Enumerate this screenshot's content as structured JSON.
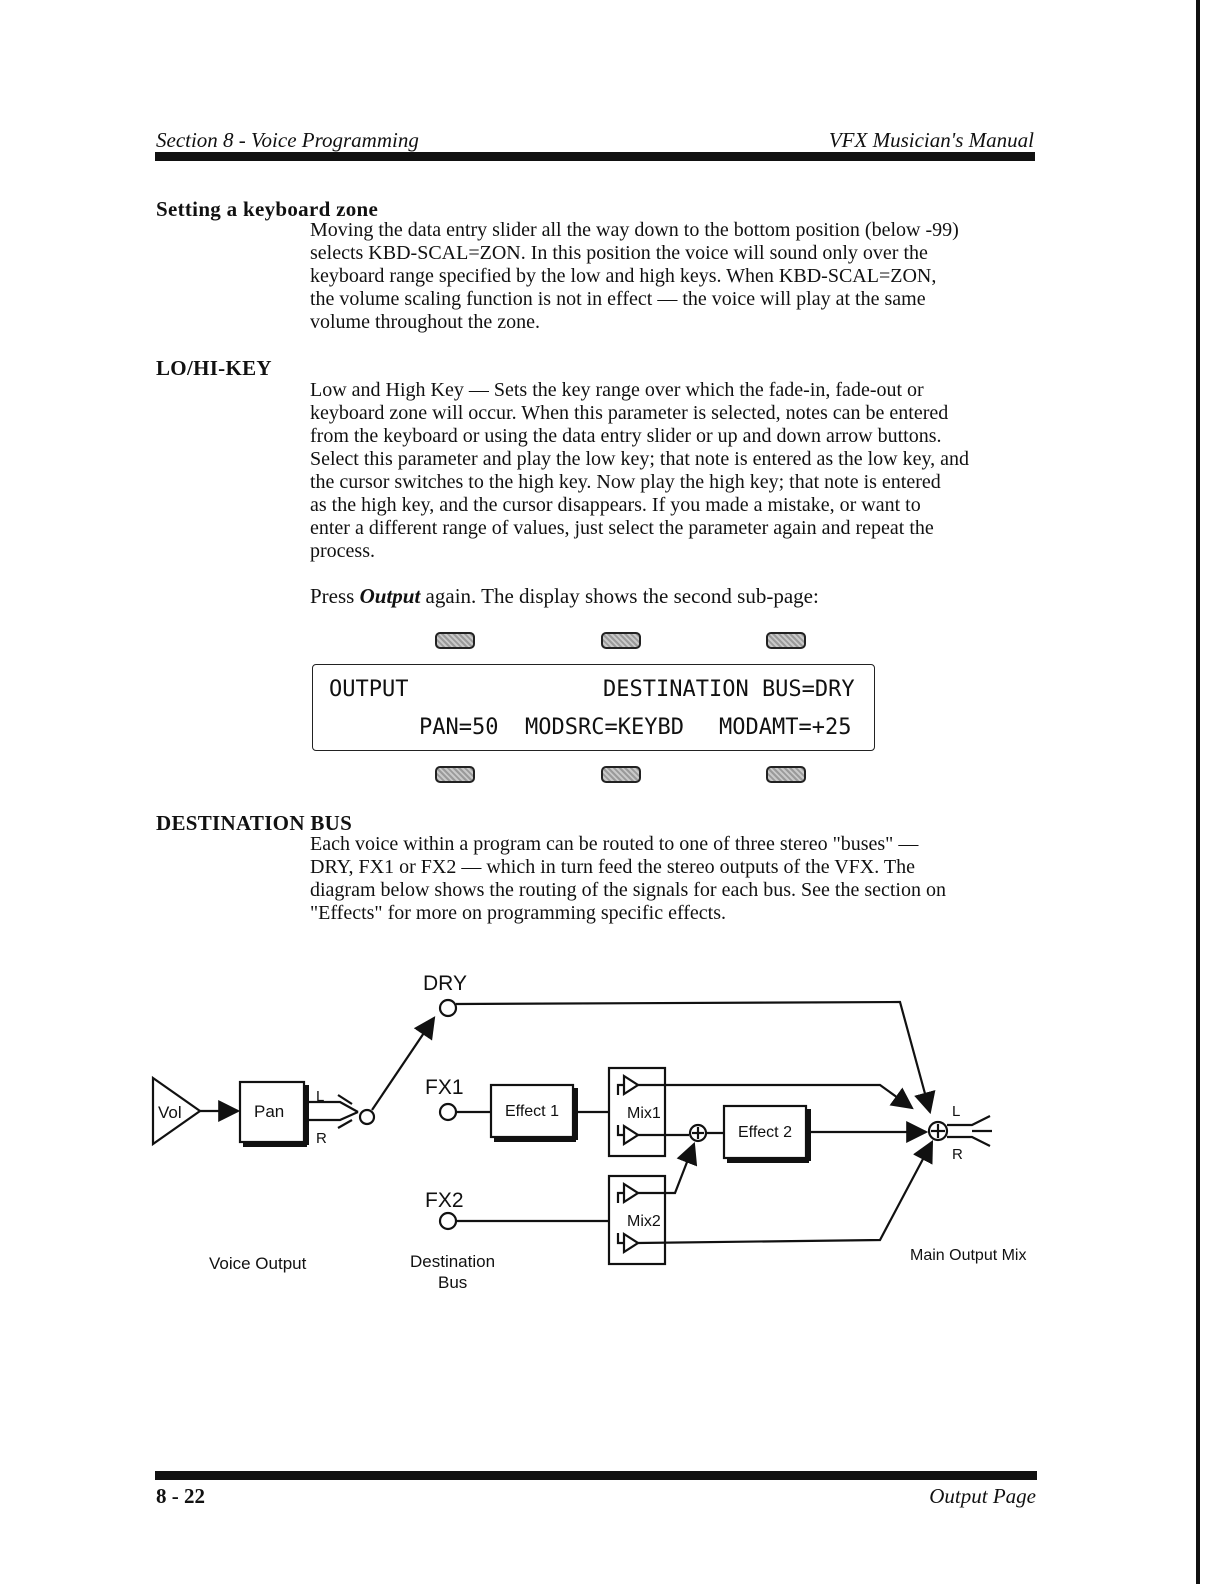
{
  "header": {
    "left": "Section 8 - Voice Programming",
    "right": "VFX Musician's Manual"
  },
  "sections": {
    "keyboard_zone": {
      "heading": "Setting a keyboard zone",
      "lines": [
        "Moving the data entry slider all the way down to the bottom position (below -99)",
        "selects KBD-SCAL=ZON.  In this position the voice will sound only over the",
        "keyboard range specified by the low and high keys.  When KBD-SCAL=ZON,",
        "the volume scaling function is not in effect — the voice will play at the same",
        "volume throughout the zone."
      ]
    },
    "lohi_key": {
      "heading": "LO/HI-KEY",
      "lines": [
        "Low and High Key — Sets the key range over which the fade-in, fade-out or",
        "keyboard zone will occur.  When this parameter is selected, notes can be entered",
        "from the keyboard or using the data entry slider or up and down arrow buttons.",
        "Select this parameter and play the low key; that note is entered as the low key, and",
        "the cursor switches to the high key.  Now play the high key; that note is entered",
        "as the high key, and the cursor disappears.  If you made a mistake, or want to",
        "enter a different range of values, just select the parameter again and repeat the",
        "process."
      ],
      "press_prefix": "Press ",
      "press_key": "Output",
      "press_suffix": " again.  The display shows the second sub-page:"
    },
    "destination_bus": {
      "heading": "DESTINATION  BUS",
      "lines": [
        "Each voice within a program can be routed to one of three stereo \"buses\" —",
        "DRY, FX1 or FX2 — which in turn feed the stereo outputs of the VFX.  The",
        "diagram below shows the routing of the signals for each bus.  See the section on",
        "\"Effects\" for more on programming specific effects."
      ]
    }
  },
  "lcd": {
    "line1_left": "OUTPUT",
    "line1_right": "DESTINATION BUS=DRY",
    "pan": "PAN=50",
    "modsrc": "MODSRC=KEYBD",
    "modamt": "MODAMT=+25"
  },
  "diagram": {
    "vol": "Vol",
    "pan": "Pan",
    "l": "L",
    "r": "R",
    "dry": "DRY",
    "fx1": "FX1",
    "fx2": "FX2",
    "effect1": "Effect 1",
    "effect2": "Effect 2",
    "mix1": "Mix1",
    "mix2": "Mix2",
    "out_l": "L",
    "out_r": "R",
    "voice_output": "Voice Output",
    "destination_line1": "Destination",
    "destination_line2": "Bus",
    "main_output_mix": "Main Output Mix"
  },
  "footer": {
    "page": "8 - 22",
    "title": "Output Page"
  }
}
